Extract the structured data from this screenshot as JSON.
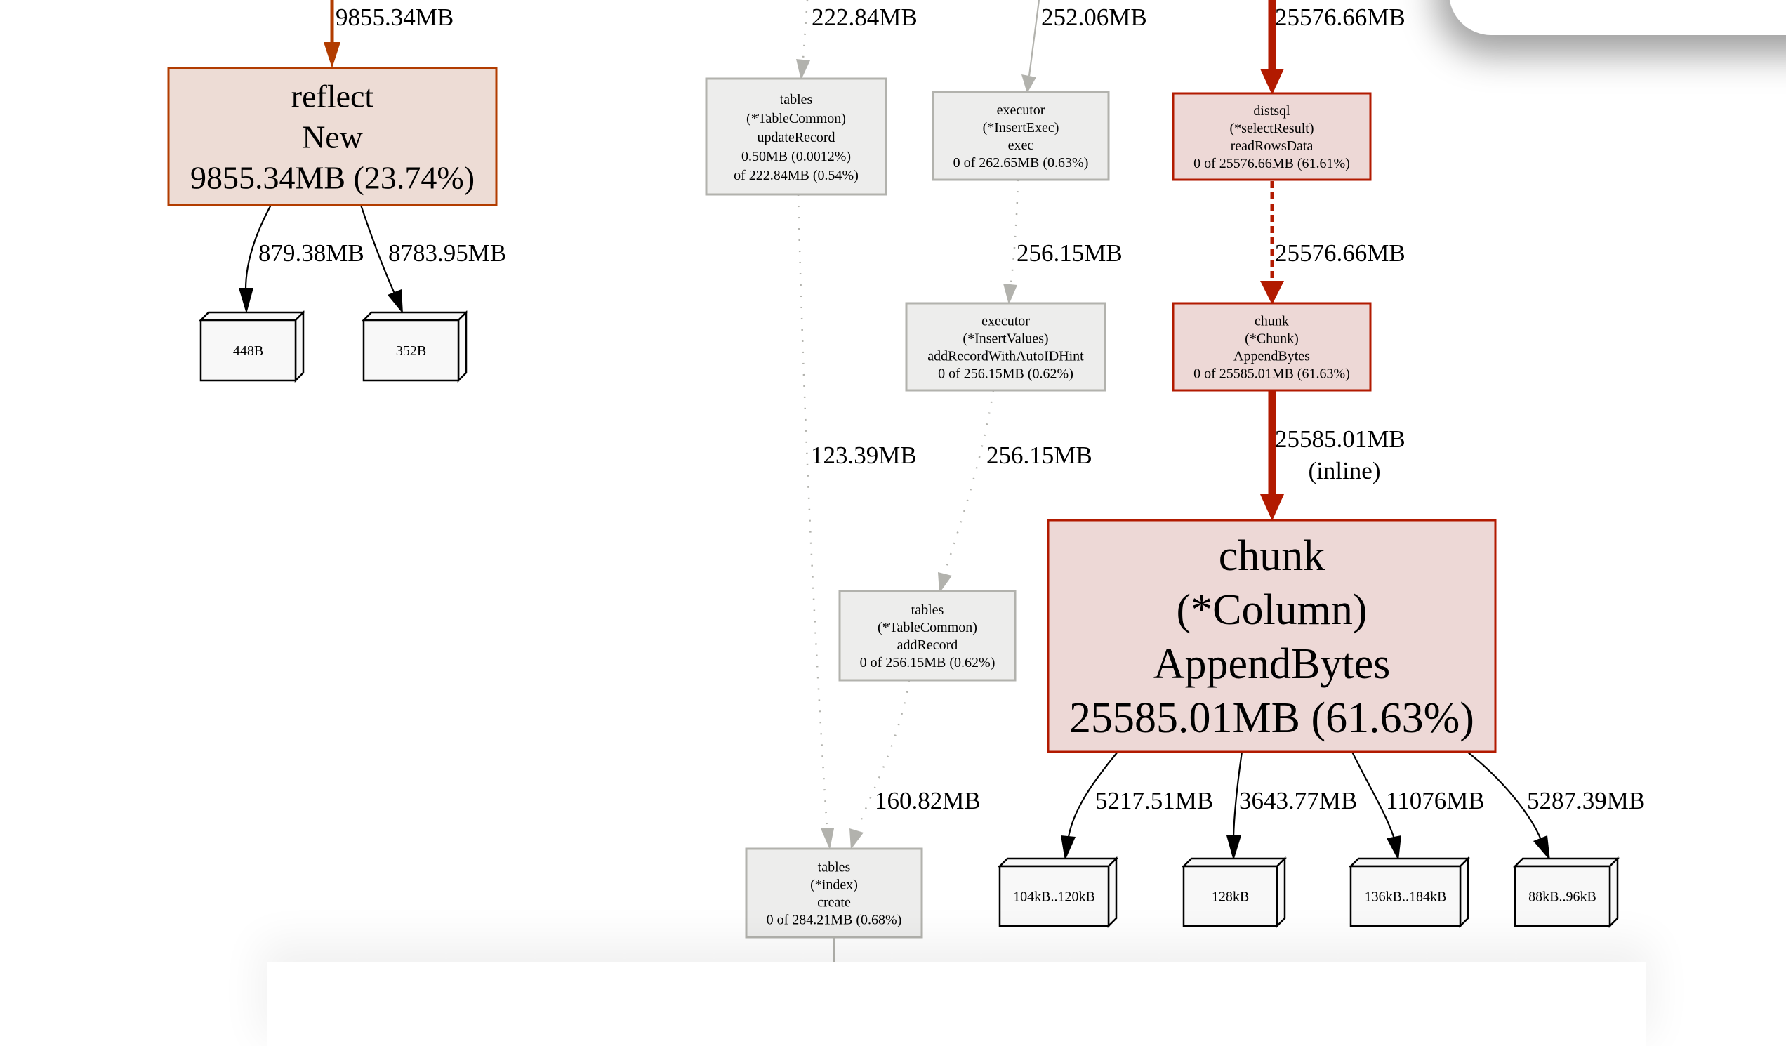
{
  "colors": {
    "hot_red": "#b21a00",
    "hot_red_fill": "#edd8d6",
    "orange": "#b23c00",
    "orange_fill": "#eddcd5",
    "grey": "#b2b2ad",
    "grey_fill": "#ededec",
    "leaf_fill": "#f8f8f8",
    "black": "#000000"
  },
  "nodes": {
    "reflect_new": {
      "lines": [
        "reflect",
        "New",
        "9855.34MB (23.74%)"
      ]
    },
    "leaf_448b": {
      "label": "448B"
    },
    "leaf_352b": {
      "label": "352B"
    },
    "tables_update_record": {
      "lines": [
        "tables",
        "(*TableCommon)",
        "updateRecord",
        "0.50MB (0.0012%)",
        "of 222.84MB (0.54%)"
      ]
    },
    "executor_insert_exec": {
      "lines": [
        "executor",
        "(*InsertExec)",
        "exec",
        "0 of 262.65MB (0.63%)"
      ]
    },
    "distsql_read_rows": {
      "lines": [
        "distsql",
        "(*selectResult)",
        "readRowsData",
        "0 of 25576.66MB (61.61%)"
      ]
    },
    "executor_insert_values": {
      "lines": [
        "executor",
        "(*InsertValues)",
        "addRecordWithAutoIDHint",
        "0 of 256.15MB (0.62%)"
      ]
    },
    "chunk_chunk_append": {
      "lines": [
        "chunk",
        "(*Chunk)",
        "AppendBytes",
        "0 of 25585.01MB (61.63%)"
      ]
    },
    "chunk_column_append": {
      "lines": [
        "chunk",
        "(*Column)",
        "AppendBytes",
        "25585.01MB (61.63%)"
      ]
    },
    "tables_add_record": {
      "lines": [
        "tables",
        "(*TableCommon)",
        "addRecord",
        "0 of 256.15MB (0.62%)"
      ]
    },
    "tables_index_create": {
      "lines": [
        "tables",
        "(*index)",
        "create",
        "0 of 284.21MB (0.68%)"
      ]
    },
    "leaf_104_120": {
      "label": "104kB..120kB"
    },
    "leaf_128": {
      "label": "128kB"
    },
    "leaf_136_184": {
      "label": "136kB..184kB"
    },
    "leaf_88_96": {
      "label": "88kB..96kB"
    }
  },
  "edges": {
    "into_reflect": "9855.34MB",
    "reflect_to_448b": "879.38MB",
    "reflect_to_352b": "8783.95MB",
    "into_update_record": "222.84MB",
    "into_insert_exec": "252.06MB",
    "into_distsql": "25576.66MB",
    "exec_to_insert_values": "256.15MB",
    "distsql_to_chunk": "25576.66MB",
    "chunk_to_column": "25585.01MB",
    "chunk_to_column_note": "(inline)",
    "update_record_to_index": "123.39MB",
    "insert_values_to_add_record": "256.15MB",
    "add_record_to_index": "160.82MB",
    "column_to_104_120": "5217.51MB",
    "column_to_128": "3643.77MB",
    "column_to_136_184": "11076MB",
    "column_to_88_96": "5287.39MB"
  }
}
